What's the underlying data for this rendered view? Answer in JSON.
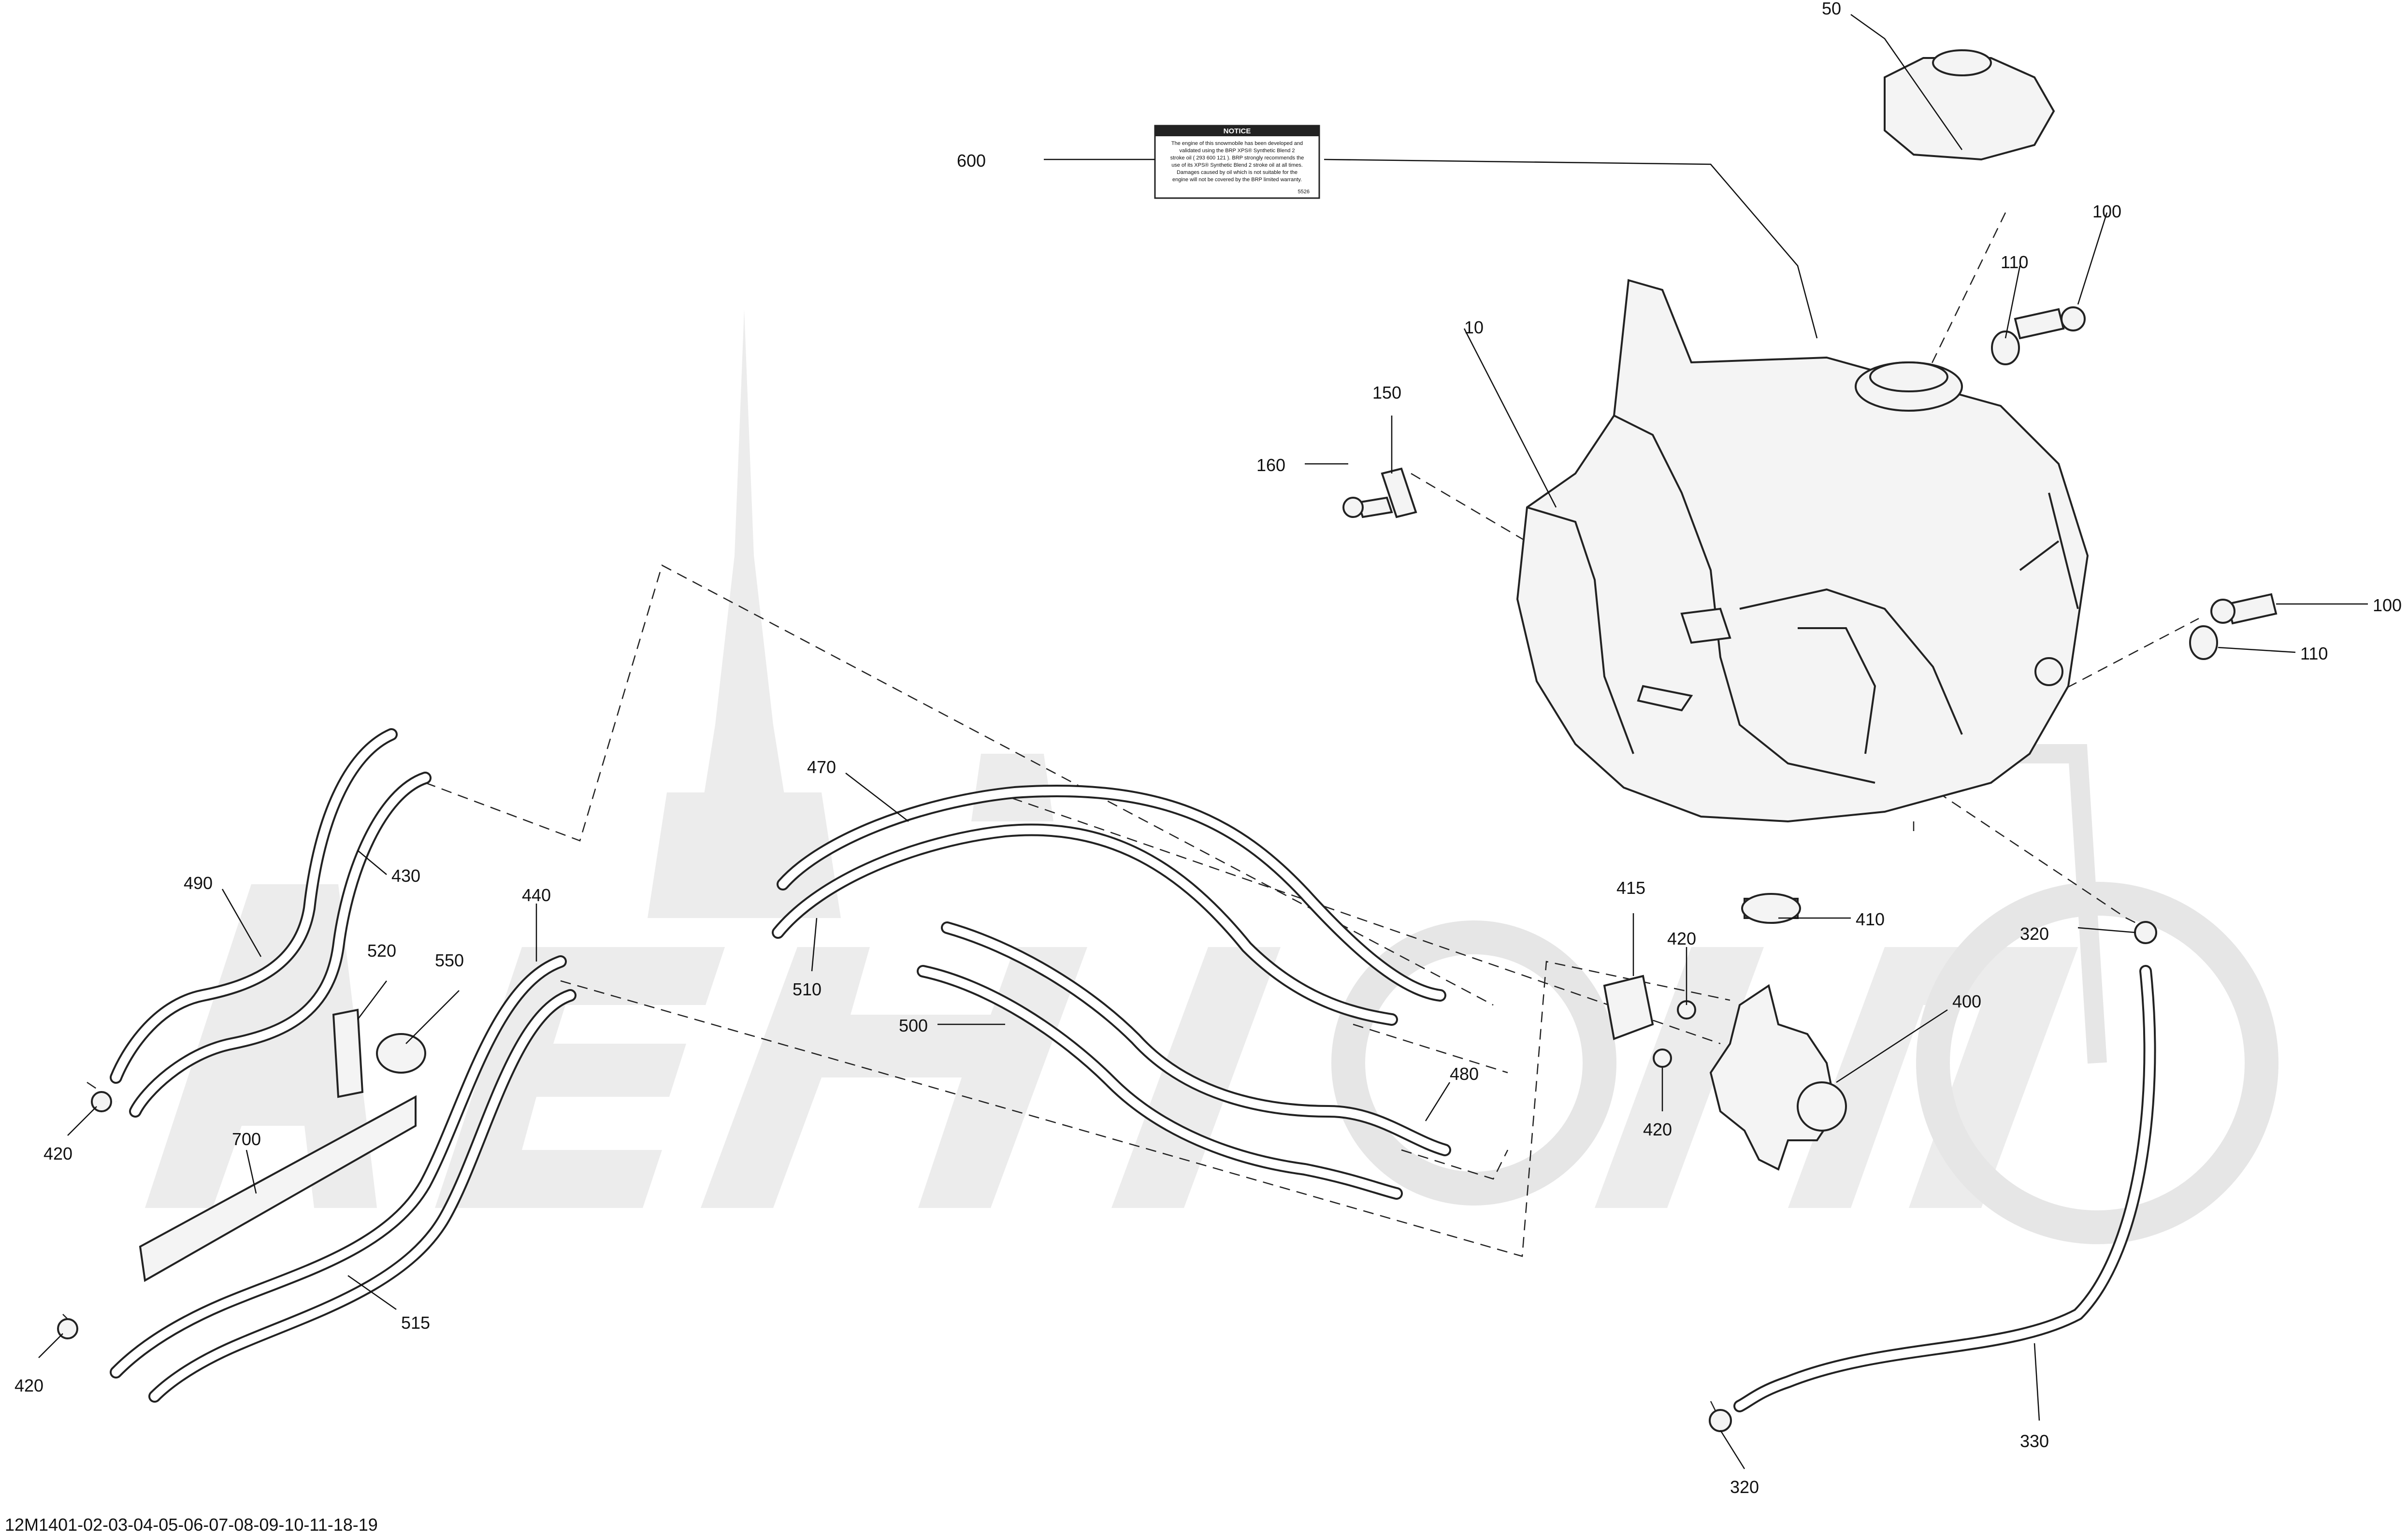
{
  "diagram": {
    "drawing_code": "12M1401-02-03-04-05-06-07-08-09-10-11-18-19",
    "notice": {
      "title": "NOTICE",
      "lines": [
        "The engine of this snowmobile has been developed and",
        "validated using the BRP XPS® Synthetic Blend 2",
        "stroke oil ( 293 600 121 ). BRP strongly recommends the",
        "use of its XPS® Synthetic Blend 2 stroke oil at all times.",
        "Damages caused by oil which is not suitable for the",
        "engine will not be covered by the BRP limited warranty.",
        "5526"
      ]
    },
    "callouts": [
      {
        "id": "c50",
        "label": "50"
      },
      {
        "id": "c600",
        "label": "600"
      },
      {
        "id": "c100a",
        "label": "100"
      },
      {
        "id": "c110a",
        "label": "110"
      },
      {
        "id": "c10",
        "label": "10"
      },
      {
        "id": "c150",
        "label": "150"
      },
      {
        "id": "c160",
        "label": "160"
      },
      {
        "id": "c100b",
        "label": "100"
      },
      {
        "id": "c110b",
        "label": "110"
      },
      {
        "id": "c470",
        "label": "470"
      },
      {
        "id": "c490",
        "label": "490"
      },
      {
        "id": "c430",
        "label": "430"
      },
      {
        "id": "c440",
        "label": "440"
      },
      {
        "id": "c520",
        "label": "520"
      },
      {
        "id": "c550",
        "label": "550"
      },
      {
        "id": "c510",
        "label": "510"
      },
      {
        "id": "c415",
        "label": "415"
      },
      {
        "id": "c410",
        "label": "410"
      },
      {
        "id": "c420a",
        "label": "420"
      },
      {
        "id": "c320a",
        "label": "320"
      },
      {
        "id": "c400",
        "label": "400"
      },
      {
        "id": "c500",
        "label": "500"
      },
      {
        "id": "c480",
        "label": "480"
      },
      {
        "id": "c420b",
        "label": "420"
      },
      {
        "id": "c420c",
        "label": "420"
      },
      {
        "id": "c700",
        "label": "700"
      },
      {
        "id": "c515",
        "label": "515"
      },
      {
        "id": "c420d",
        "label": "420"
      },
      {
        "id": "c330",
        "label": "330"
      },
      {
        "id": "c320b",
        "label": "320"
      }
    ]
  }
}
